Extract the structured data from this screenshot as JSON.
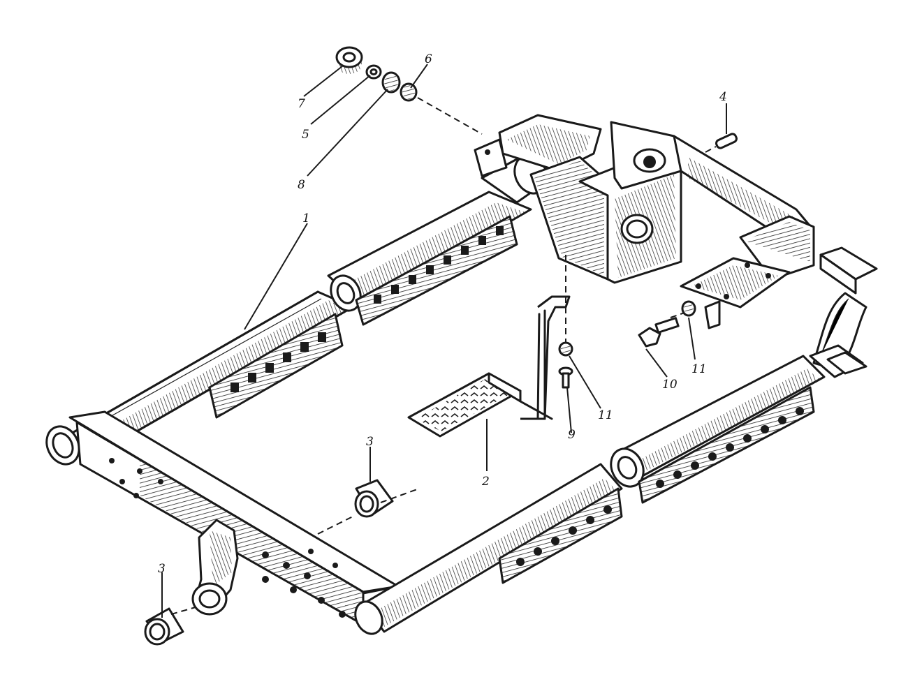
{
  "figure": {
    "callouts": {
      "frame": "1",
      "step": "2",
      "bushing_a": "3",
      "bushing_b": "3",
      "pin": "4",
      "washer": "5",
      "nut_6": "6",
      "nut_7": "7",
      "nut_8": "8",
      "bolt_9": "9",
      "bolt_10": "10",
      "nut_11a": "11",
      "nut_11b": "11"
    },
    "colors": {
      "ink": "#1a1a1a",
      "paper": "#ffffff"
    }
  }
}
